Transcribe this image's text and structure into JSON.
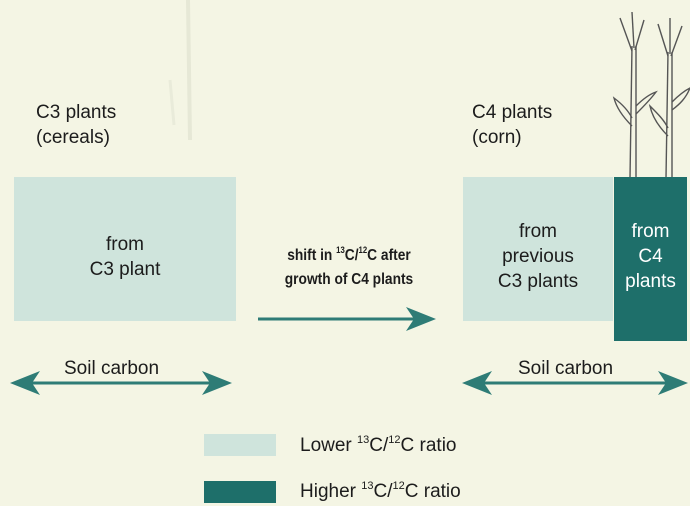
{
  "left": {
    "title_line1": "C3 plants",
    "title_line2": "(cereals)",
    "box_line1": "from",
    "box_line2": "C3 plant",
    "soil_label": "Soil carbon"
  },
  "middle": {
    "line1_pre": "shift in ",
    "iso1": "13",
    "line1_mid": "C/",
    "iso2": "12",
    "line1_post": "C after",
    "line2": "growth of C4 plants"
  },
  "right": {
    "title_line1": "C4 plants",
    "title_line2": "(corn)",
    "light_line1": "from",
    "light_line2": "previous",
    "light_line3": "C3 plants",
    "dark_line1": "from",
    "dark_line2": "C4",
    "dark_line3": "plants",
    "soil_label": "Soil carbon"
  },
  "legend": {
    "lower_pre": "Lower ",
    "lower_iso1": "13",
    "lower_mid": "C/",
    "lower_iso2": "12",
    "lower_post": "C ratio",
    "higher_pre": "Higher ",
    "higher_iso1": "13",
    "higher_mid": "C/",
    "higher_iso2": "12",
    "higher_post": "C ratio"
  },
  "colors": {
    "background": "#f4f5e4",
    "lower_ratio": "#cfe4dc",
    "higher_ratio": "#1e6f6a",
    "arrow": "#2e7c76"
  }
}
